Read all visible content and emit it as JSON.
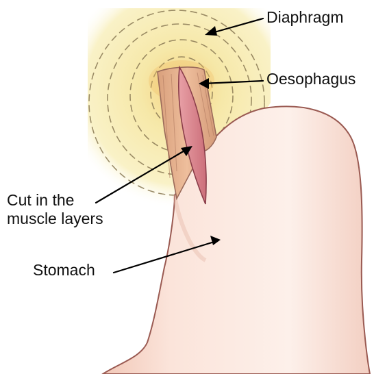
{
  "labels": {
    "diaphragm": "Diaphragm",
    "oesophagus": "Oesophagus",
    "cut_line1": "Cut in the",
    "cut_line2": "muscle layers",
    "stomach": "Stomach"
  },
  "colors": {
    "diaphragm_fill": "#f6edb0",
    "diaphragm_glow": "#f0d98a",
    "diaphragm_dash": "#8a7a55",
    "oesophagus_fill": "#e8b48e",
    "oesophagus_stroke": "#9a6a5a",
    "cut_fill": "#d98a8e",
    "cut_stroke": "#8a3e4a",
    "stomach_fill": "#fbe6dc",
    "stomach_shade": "#efc3b4",
    "stomach_stroke": "#9a5a52",
    "arrow": "#000000",
    "text": "#111111"
  }
}
